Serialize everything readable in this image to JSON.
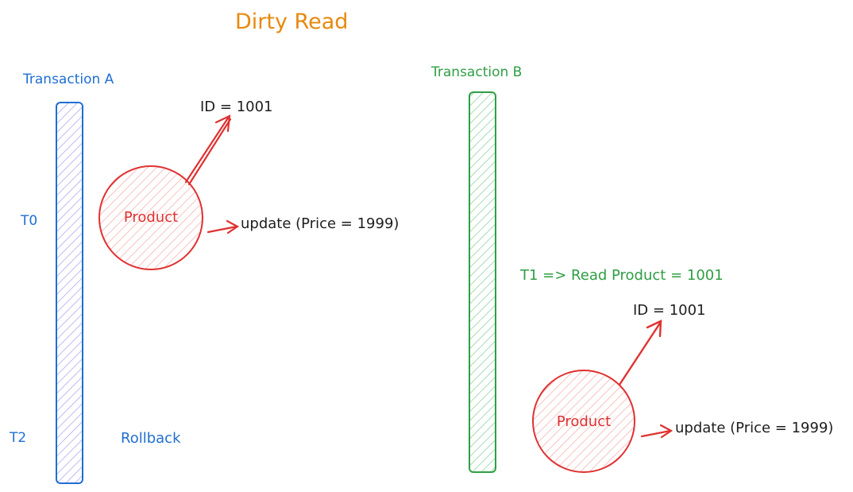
{
  "title": "Dirty Read",
  "colors": {
    "title": "#e8890c",
    "transaction_a": "#1f6fd1",
    "transaction_a_fill": "#b2a7f2",
    "transaction_b": "#2f9e44",
    "transaction_b_fill": "#8fd49b",
    "product": "#e03131",
    "product_fill": "#f6b3b3",
    "text": "#1e1e1e"
  },
  "transaction_a": {
    "label": "Transaction A",
    "t0_label": "T0",
    "t2_label": "T2",
    "rollback_label": "Rollback",
    "product_label": "Product",
    "id_label": "ID = 1001",
    "update_label": "update (Price = 1999)"
  },
  "transaction_b": {
    "label": "Transaction B",
    "t1_label": "T1 => Read Product = 1001",
    "product_label": "Product",
    "id_label": "ID = 1001",
    "update_label": "update (Price = 1999)"
  }
}
